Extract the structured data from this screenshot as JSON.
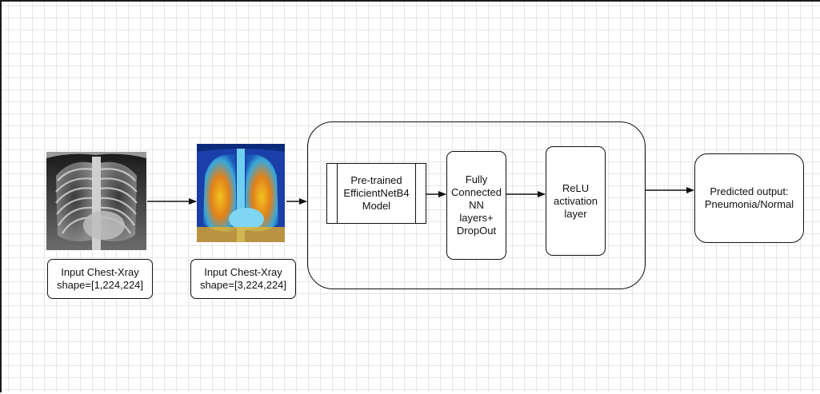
{
  "diagram": {
    "input_gray": {
      "label": "Input Chest-Xray\nshape=[1,224,224]"
    },
    "input_color": {
      "label": "Input Chest-Xray\nshape=[3,224,224]"
    },
    "pretrained": {
      "label": "Pre-trained\nEfficientNetB4\nModel"
    },
    "fully_connected": {
      "label": "Fully\nConnected\nNN\nlayers+\nDropOut"
    },
    "relu": {
      "label": "ReLU\nactivation\nlayer"
    },
    "output": {
      "label": "Predicted output:\nPneumonia/Normal"
    },
    "edges": [
      {
        "from": "input_gray",
        "to": "input_color"
      },
      {
        "from": "input_color",
        "to": "model_container"
      },
      {
        "from": "pretrained",
        "to": "fully_connected"
      },
      {
        "from": "fully_connected",
        "to": "relu"
      },
      {
        "from": "model_container",
        "to": "output"
      }
    ]
  },
  "colors": {
    "stroke": "#111111",
    "grid": "#e6e6e6"
  }
}
